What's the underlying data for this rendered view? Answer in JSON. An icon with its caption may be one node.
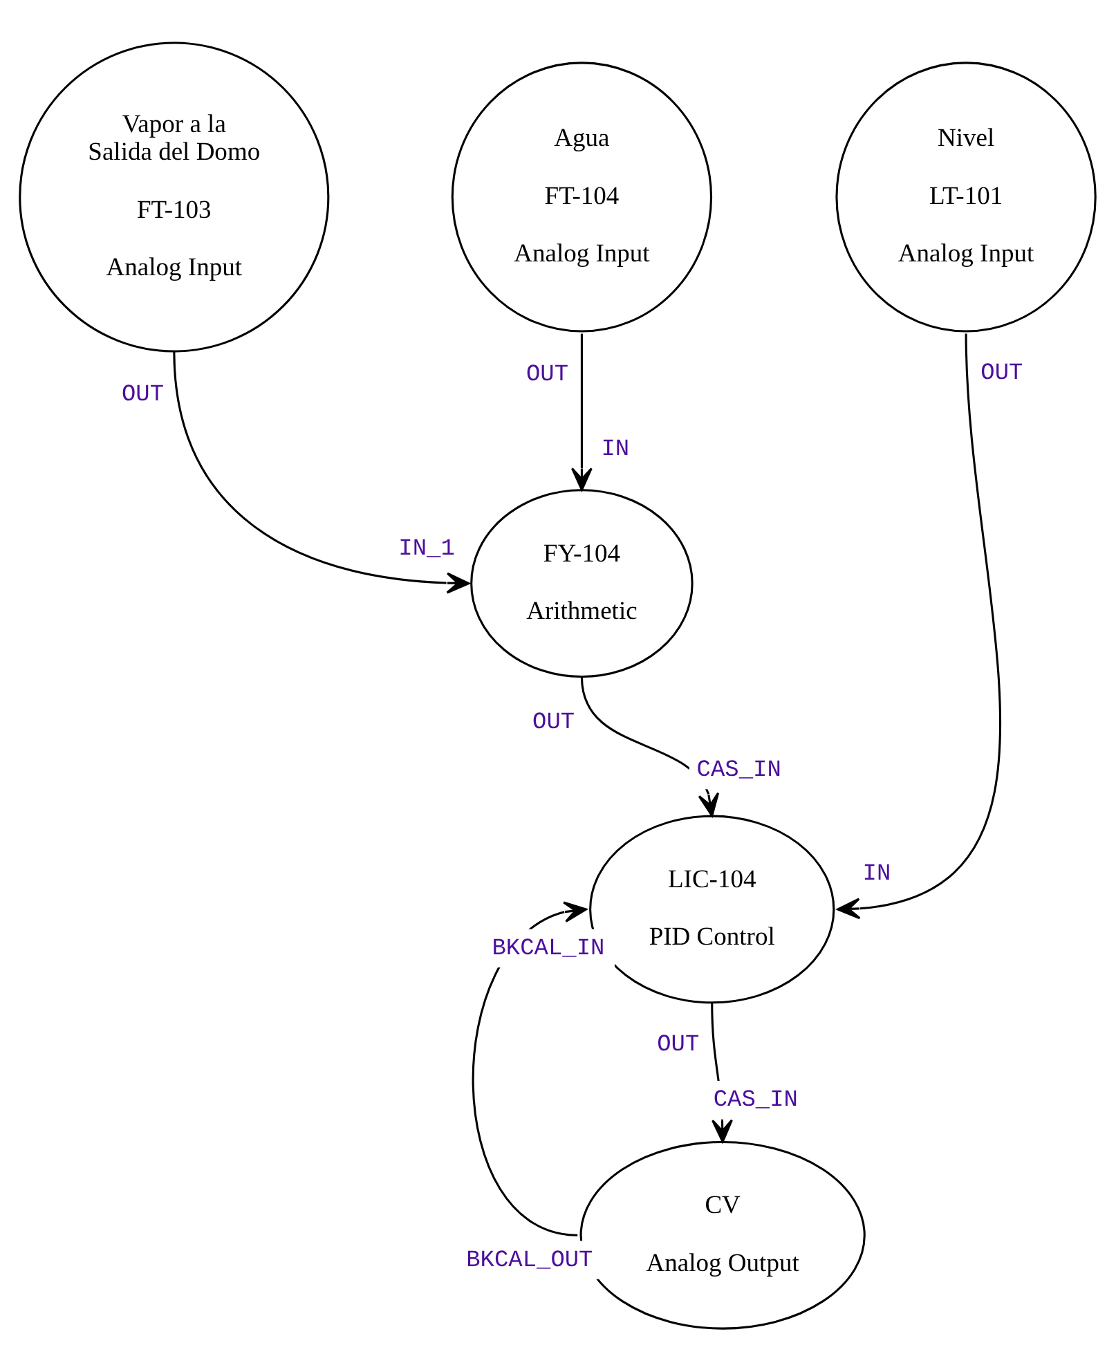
{
  "diagram": {
    "nodes": [
      {
        "text": [
          "Vapor a la Salida del Domo",
          "FT-103",
          "Analog Input"
        ],
        "beside": [
          "OUT"
        ]
      },
      {
        "text": [
          "Agua",
          "FT-104",
          "Analog Input"
        ],
        "beside": [
          "OUT"
        ]
      },
      {
        "text": [
          "Nivel",
          "LT-101",
          "Analog Input"
        ],
        "beside": [
          "OUT"
        ]
      },
      {
        "text": [
          "FY-104",
          "Arithmetic"
        ],
        "beside": [
          "IN",
          "IN_1",
          "OUT"
        ]
      },
      {
        "text": [
          "LIC-104",
          "PID Control"
        ],
        "beside": [
          "CAS_IN",
          "BKCAL_IN",
          "IN",
          "OUT"
        ]
      },
      {
        "text": [
          "CV",
          "Analog Output"
        ],
        "beside": [
          "CAS_IN",
          "BKCAL_OUT"
        ]
      }
    ],
    "edges": [
      {
        "from": 0,
        "to": 3,
        "arrow": "to"
      },
      {
        "from": 1,
        "to": 3,
        "arrow": "to"
      },
      {
        "from": 3,
        "to": 4,
        "arrow": "to"
      },
      {
        "from": 2,
        "to": 4,
        "arrow": "to"
      },
      {
        "from": 4,
        "to": 5,
        "arrow": "to"
      },
      {
        "from": 5,
        "to": 4,
        "arrow": "to"
      }
    ]
  }
}
